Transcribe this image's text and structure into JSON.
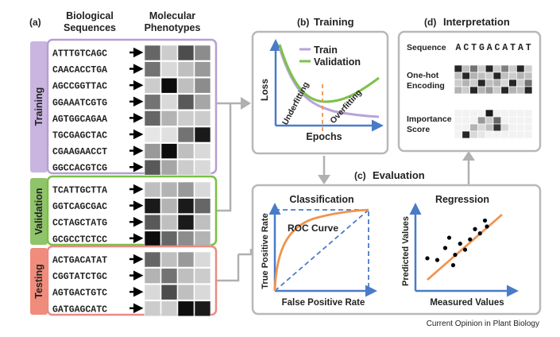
{
  "panel_a": {
    "label": "(a)",
    "col_seq_line1": "Biological",
    "col_seq_line2": "Sequences",
    "col_phen_line1": "Molecular",
    "col_phen_line2": "Phenotypes",
    "groups": [
      {
        "name": "Training",
        "tab_color": "#c9b5e0",
        "border_color": "#b59fd6",
        "sequences": [
          "ATTTGTCAGC",
          "CAACACCTGA",
          "AGCCGGTTAC",
          "GGAAATCGTG",
          "AGTGGCAGAA",
          "TGCGAGCTAC",
          "CGAAGAACCT",
          "GGCCACGTCG"
        ],
        "phenotypes": [
          [
            0.4,
            0.8,
            0.3,
            0.55
          ],
          [
            0.45,
            0.85,
            0.75,
            0.6
          ],
          [
            0.8,
            0.05,
            0.75,
            0.55
          ],
          [
            0.45,
            0.85,
            0.35,
            0.65
          ],
          [
            0.4,
            0.7,
            0.8,
            0.8
          ],
          [
            0.9,
            0.88,
            0.45,
            0.1
          ],
          [
            0.6,
            0.05,
            0.75,
            0.85
          ],
          [
            0.35,
            0.65,
            0.8,
            0.85
          ]
        ]
      },
      {
        "name": "Validation",
        "tab_color": "#8fc46a",
        "border_color": "#7ac043",
        "sequences": [
          "TCATTGCTTA",
          "GGTCAGCGAC",
          "CCTAGCTATG",
          "GCGCCTCTCC"
        ],
        "phenotypes": [
          [
            0.75,
            0.7,
            0.6,
            0.85
          ],
          [
            0.1,
            0.7,
            0.1,
            0.4
          ],
          [
            0.35,
            0.75,
            0.1,
            0.75
          ],
          [
            0.05,
            0.4,
            0.55,
            0.7
          ]
        ]
      },
      {
        "name": "Testing",
        "tab_color": "#ef8c7c",
        "border_color": "#e88b84",
        "sequences": [
          "ACTGACATAT",
          "CGGTATCTGC",
          "AGTGACTGTC",
          "GATGAGCATC"
        ],
        "phenotypes": [
          [
            0.4,
            0.75,
            0.6,
            0.85
          ],
          [
            0.7,
            0.45,
            0.75,
            0.8
          ],
          [
            0.85,
            0.3,
            0.75,
            0.85
          ],
          [
            0.8,
            0.8,
            0.05,
            0.1
          ]
        ]
      }
    ]
  },
  "panel_b": {
    "label": "(b)",
    "title": "Training",
    "ylabel": "Loss",
    "xlabel": "Epochs",
    "legend_train": "Train",
    "legend_validation": "Validation",
    "train_color": "#b9a3d9",
    "validation_color": "#7cc24a",
    "underfitting": "Underfitting",
    "overfitting": "Overfitting"
  },
  "panel_c": {
    "label": "(c)",
    "title": "Evaluation",
    "classification": {
      "title": "Classification",
      "xlabel": "False Positive Rate",
      "ylabel": "True Positive Rate",
      "curve_label": "ROC Curve",
      "curve_color": "#f0944f",
      "diag_color": "#4a7bc8"
    },
    "regression": {
      "title": "Regression",
      "xlabel": "Measured Values",
      "ylabel": "Predicted Values",
      "line_color": "#f0944f",
      "points": [
        [
          0.12,
          0.38
        ],
        [
          0.22,
          0.36
        ],
        [
          0.3,
          0.5
        ],
        [
          0.34,
          0.62
        ],
        [
          0.4,
          0.42
        ],
        [
          0.45,
          0.55
        ],
        [
          0.5,
          0.48
        ],
        [
          0.55,
          0.6
        ],
        [
          0.6,
          0.72
        ],
        [
          0.65,
          0.67
        ],
        [
          0.7,
          0.82
        ],
        [
          0.72,
          0.75
        ],
        [
          0.38,
          0.3
        ]
      ]
    }
  },
  "panel_d": {
    "label": "(d)",
    "title": "Interpretation",
    "sequence_label": "Sequence",
    "sequence": "ACTGACATAT",
    "onehot_line1": "One-hot",
    "onehot_line2": "Encoding",
    "importance_line1": "Importance",
    "importance_line2": "Score",
    "onehot": [
      [
        0.15,
        0.75,
        0.45,
        0.8,
        0.15,
        0.8,
        0.5,
        0.8,
        0.15,
        0.8
      ],
      [
        0.75,
        0.15,
        0.7,
        0.75,
        0.8,
        0.15,
        0.75,
        0.8,
        0.7,
        0.75
      ],
      [
        0.8,
        0.7,
        0.8,
        0.15,
        0.75,
        0.7,
        0.85,
        0.15,
        0.8,
        0.45
      ],
      [
        0.7,
        0.8,
        0.15,
        0.7,
        0.6,
        0.8,
        0.15,
        0.7,
        0.75,
        0.15
      ]
    ],
    "importance": [
      [
        0.95,
        0.95,
        0.95,
        0.95,
        0.1,
        0.95,
        0.95,
        0.95,
        0.95,
        0.95
      ],
      [
        0.95,
        0.95,
        0.95,
        0.6,
        0.8,
        0.4,
        0.95,
        0.95,
        0.95,
        0.95
      ],
      [
        0.95,
        0.95,
        0.7,
        0.85,
        0.75,
        0.2,
        0.85,
        0.95,
        0.95,
        0.95
      ],
      [
        0.95,
        0.15,
        0.85,
        0.9,
        0.95,
        0.95,
        0.95,
        0.95,
        0.95,
        0.95
      ]
    ]
  },
  "credit": "Current Opinion in Plant Biology",
  "colors": {
    "panel_border": "#b8b8b8",
    "arrow_gray": "#b0b0b0",
    "axis_blue": "#4a7bc8"
  }
}
